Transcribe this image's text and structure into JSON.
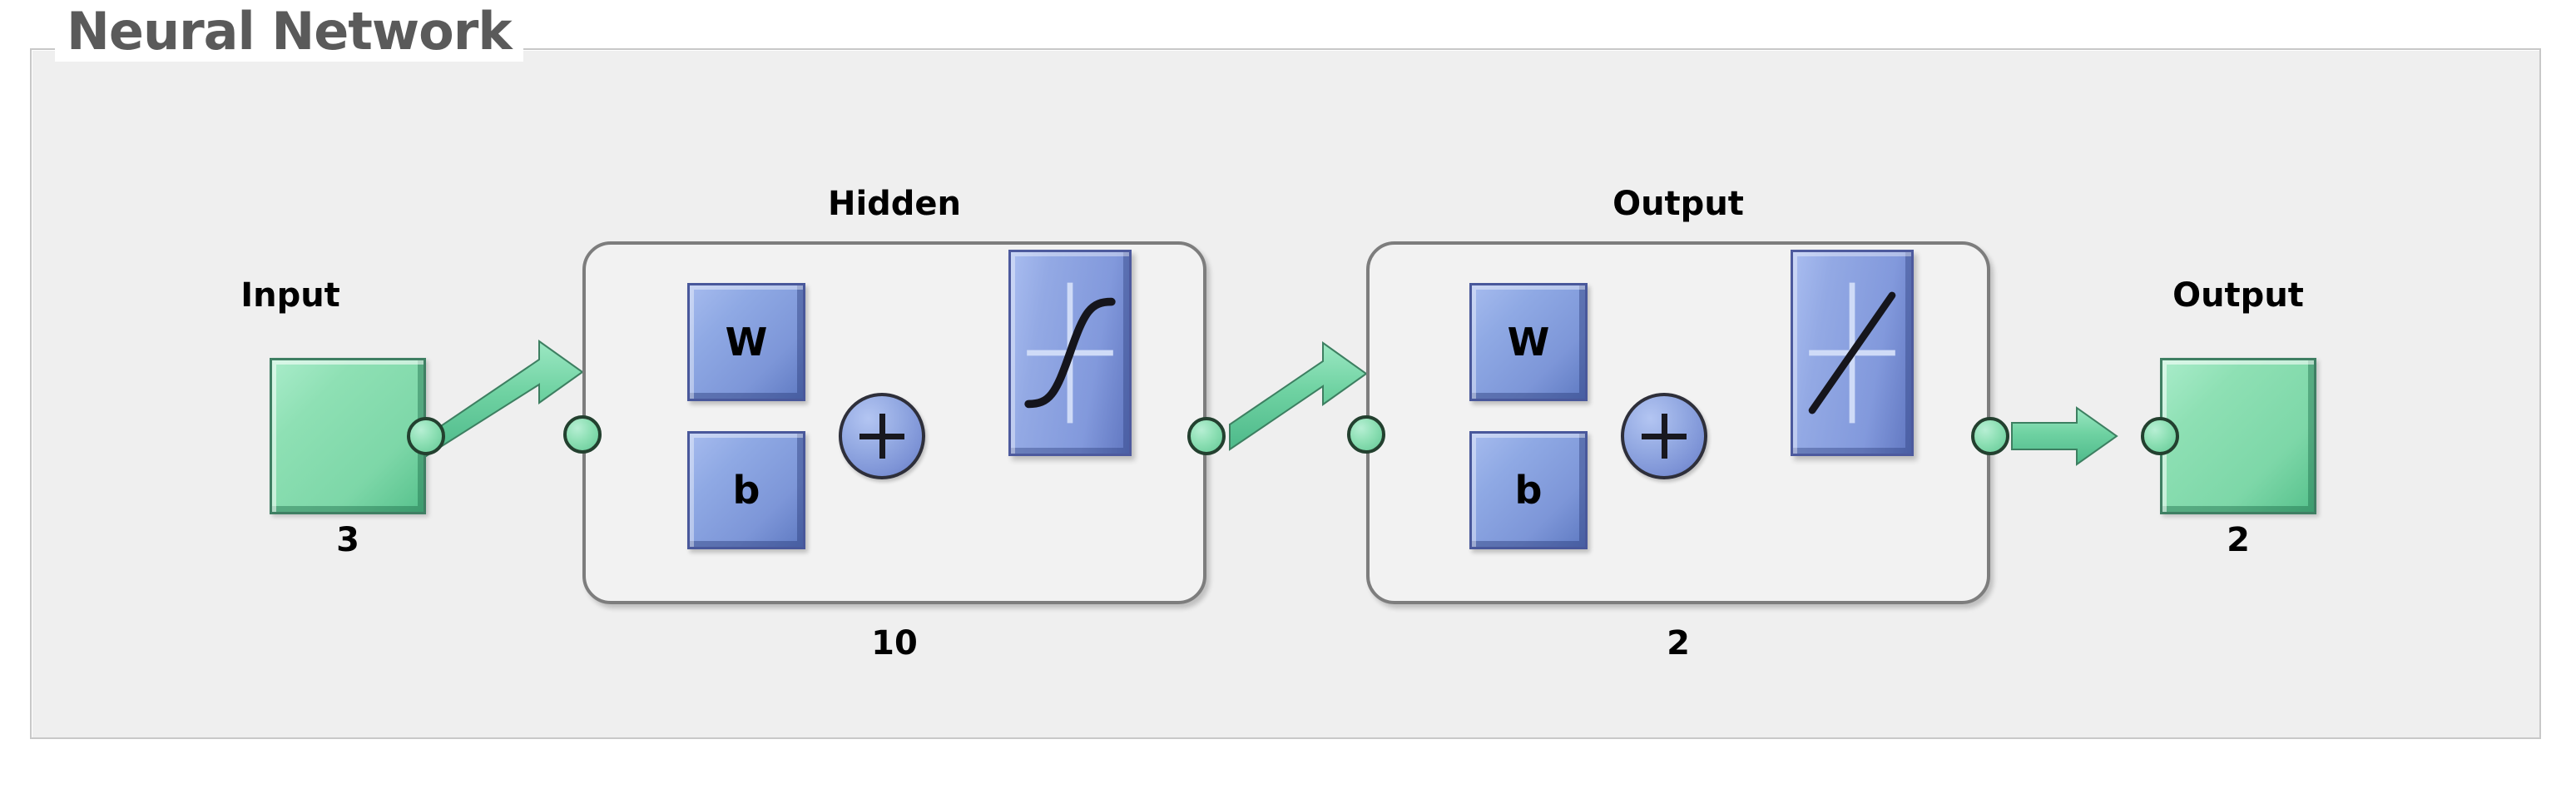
{
  "panel": {
    "title": "Neural Network",
    "title_color": "#5a5a5a",
    "background": "#efefef",
    "border_color": "#c8c8c8"
  },
  "colors": {
    "io_block_green": "#7dd7a8",
    "weight_block_blue": "#7d96d8",
    "connection_green": "#6fd2a2",
    "layer_border_gray": "#7d7d7d",
    "label_black": "#000000"
  },
  "diagram": {
    "type": "feedforward-neural-network",
    "input": {
      "label": "Input",
      "size": "3"
    },
    "layers": [
      {
        "name": "hidden",
        "label": "Hidden",
        "size": "10",
        "weight_label": "W",
        "bias_label": "b",
        "sum_symbol": "+",
        "transfer_function": "sigmoid"
      },
      {
        "name": "output",
        "label": "Output",
        "size": "2",
        "weight_label": "W",
        "bias_label": "b",
        "sum_symbol": "+",
        "transfer_function": "linear"
      }
    ],
    "output": {
      "label": "Output",
      "size": "2"
    }
  }
}
